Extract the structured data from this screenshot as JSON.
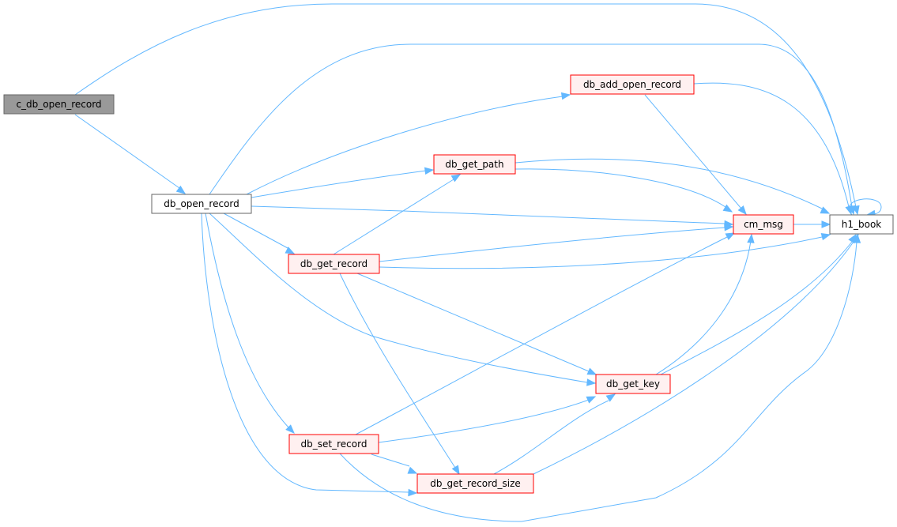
{
  "colors": {
    "edge": "#63b8ff",
    "root_fill": "#999999",
    "root_stroke": "#666666",
    "caller_fill": "#ffffff",
    "caller_stroke": "#666666",
    "callee_fill": "#fff0f0",
    "callee_stroke": "#ff0000",
    "leaf_fill": "#ffffff",
    "leaf_stroke": "#666666"
  },
  "nodes": [
    {
      "id": "c_db_open_record",
      "label": "c_db_open_record",
      "style": "root"
    },
    {
      "id": "db_open_record",
      "label": "db_open_record",
      "style": "caller"
    },
    {
      "id": "db_add_open_record",
      "label": "db_add_open_record",
      "style": "callee"
    },
    {
      "id": "db_get_path",
      "label": "db_get_path",
      "style": "callee"
    },
    {
      "id": "db_get_record",
      "label": "db_get_record",
      "style": "callee"
    },
    {
      "id": "cm_msg",
      "label": "cm_msg",
      "style": "callee"
    },
    {
      "id": "h1_book",
      "label": "h1_book",
      "style": "leaf"
    },
    {
      "id": "db_get_key",
      "label": "db_get_key",
      "style": "callee"
    },
    {
      "id": "db_set_record",
      "label": "db_set_record",
      "style": "callee"
    },
    {
      "id": "db_get_record_size",
      "label": "db_get_record_size",
      "style": "callee"
    }
  ],
  "edges": [
    {
      "from": "c_db_open_record",
      "to": "h1_book"
    },
    {
      "from": "c_db_open_record",
      "to": "db_open_record"
    },
    {
      "from": "db_open_record",
      "to": "h1_book"
    },
    {
      "from": "db_open_record",
      "to": "db_add_open_record"
    },
    {
      "from": "db_open_record",
      "to": "db_get_path"
    },
    {
      "from": "db_open_record",
      "to": "cm_msg"
    },
    {
      "from": "db_open_record",
      "to": "db_get_record"
    },
    {
      "from": "db_open_record",
      "to": "db_get_key"
    },
    {
      "from": "db_open_record",
      "to": "db_set_record"
    },
    {
      "from": "db_open_record",
      "to": "db_get_record_size"
    },
    {
      "from": "db_add_open_record",
      "to": "h1_book"
    },
    {
      "from": "db_add_open_record",
      "to": "cm_msg"
    },
    {
      "from": "db_get_path",
      "to": "h1_book"
    },
    {
      "from": "db_get_path",
      "to": "cm_msg"
    },
    {
      "from": "db_get_record",
      "to": "db_get_path"
    },
    {
      "from": "db_get_record",
      "to": "cm_msg"
    },
    {
      "from": "db_get_record",
      "to": "h1_book"
    },
    {
      "from": "db_get_record",
      "to": "db_get_key"
    },
    {
      "from": "db_get_record",
      "to": "db_get_record_size"
    },
    {
      "from": "cm_msg",
      "to": "h1_book"
    },
    {
      "from": "h1_book",
      "to": "h1_book"
    },
    {
      "from": "db_get_key",
      "to": "cm_msg"
    },
    {
      "from": "db_get_key",
      "to": "h1_book"
    },
    {
      "from": "db_set_record",
      "to": "cm_msg"
    },
    {
      "from": "db_set_record",
      "to": "db_get_key"
    },
    {
      "from": "db_set_record",
      "to": "db_get_record_size"
    },
    {
      "from": "db_set_record",
      "to": "h1_book"
    },
    {
      "from": "db_get_record_size",
      "to": "db_get_key"
    },
    {
      "from": "db_get_record_size",
      "to": "h1_book"
    }
  ]
}
